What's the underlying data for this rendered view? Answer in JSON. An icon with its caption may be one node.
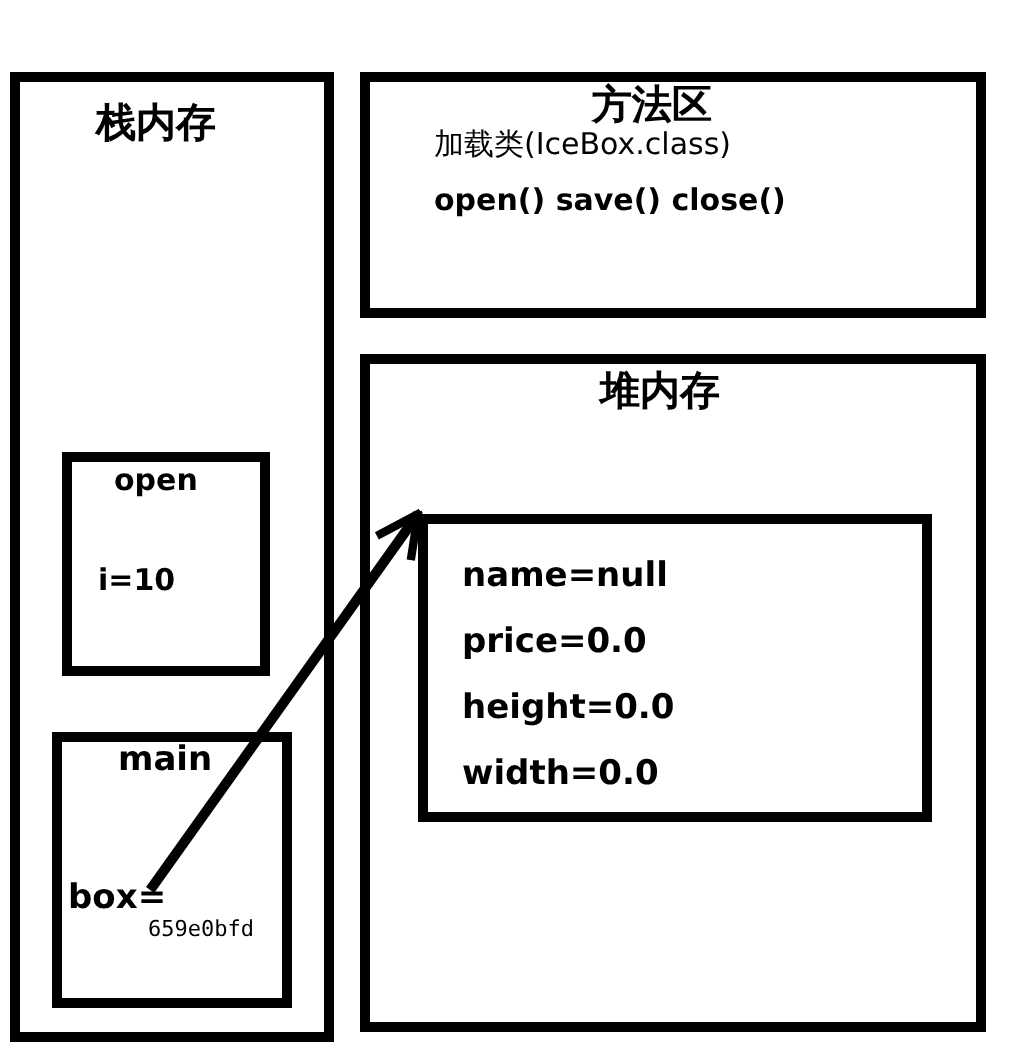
{
  "diagram": {
    "nodes": [
      {
        "text": [
          "栈内存"
        ]
      },
      {
        "text": [
          "方法区",
          "加载类(IceBox.class)",
          "open() save() close()"
        ]
      },
      {
        "text": [
          "堆内存"
        ]
      },
      {
        "text": [
          "open",
          "i=10"
        ],
        "in": 0
      },
      {
        "text": [
          "main"
        ],
        "in": 0
      },
      {
        "text": [
          "box="
        ],
        "beside": [
          "659e0bfd"
        ],
        "in": 4
      },
      {
        "text": [
          "name=null",
          "price=0.0",
          "height=0.0",
          "width=0.0"
        ],
        "in": 2
      }
    ],
    "edges": [
      {
        "from": 5,
        "to": 6,
        "arrow": "to"
      }
    ]
  }
}
